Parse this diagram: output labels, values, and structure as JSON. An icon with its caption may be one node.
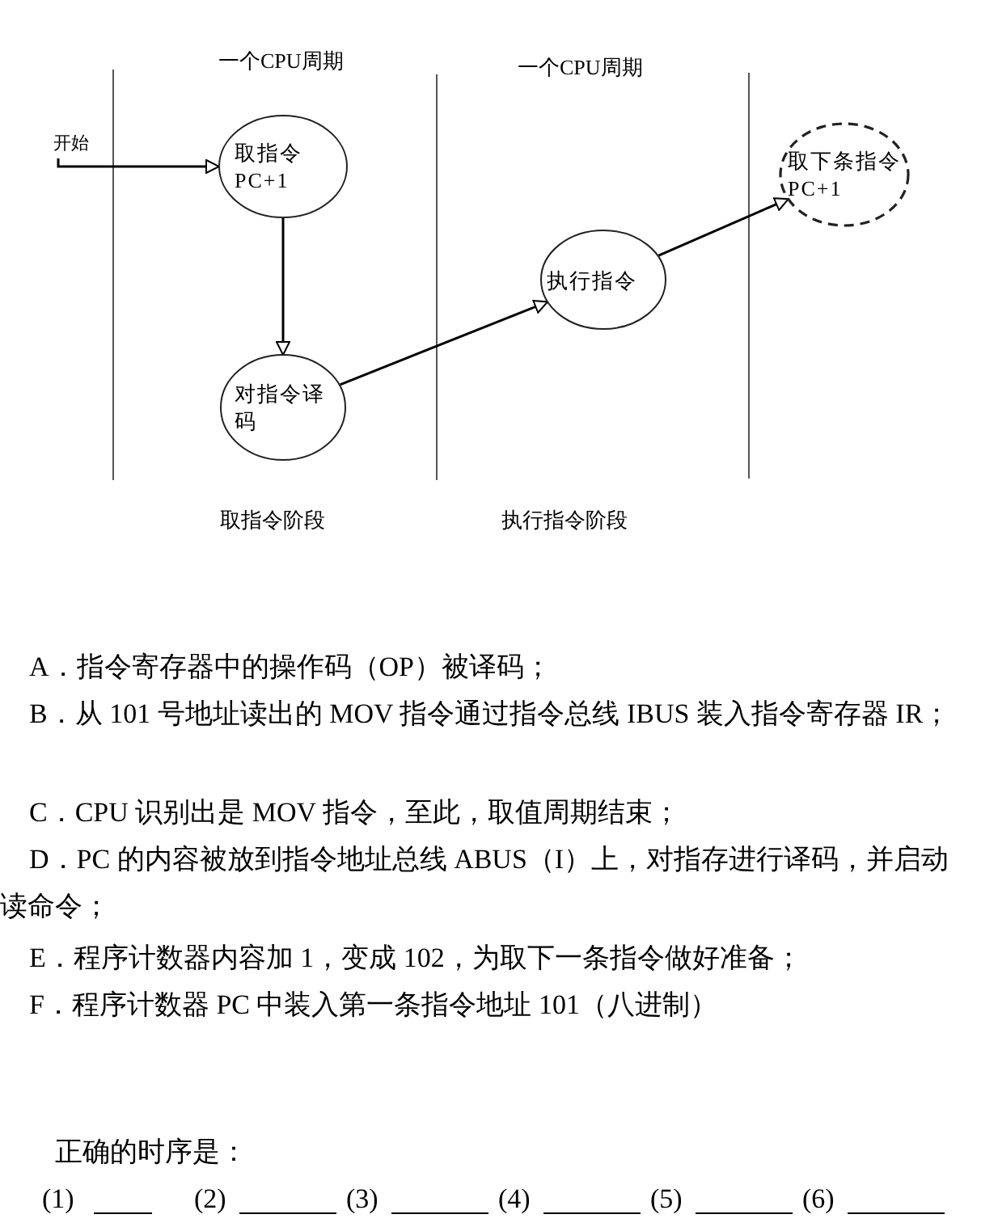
{
  "diagram": {
    "nodes": [
      {
        "text": [
          "开始"
        ]
      },
      {
        "text": [
          "取指令 PC+1"
        ]
      },
      {
        "text": [
          "对指令译码"
        ]
      },
      {
        "text": [
          "执行指令"
        ]
      },
      {
        "text": [
          "取下条指令PC+1"
        ]
      }
    ],
    "edges": [
      {
        "from": 0,
        "to": 1,
        "arrow": "to"
      },
      {
        "from": 1,
        "to": 2,
        "arrow": "to"
      },
      {
        "from": 2,
        "to": 3,
        "arrow": "to"
      },
      {
        "from": 3,
        "to": 4,
        "arrow": "to"
      }
    ],
    "labels": [
      "一个CPU周期",
      "一个CPU周期",
      "取指令阶段",
      "执行指令阶段",
      "A．指令寄存器中的操作码（OP）被译码；",
      "B．从 101 号地址读出的 MOV 指令通过指令总线 IBUS 装入指令寄存器 IR；",
      "C．CPU 识别出是 MOV 指令，至此，取值周期结束；",
      "D．PC 的内容被放到指令地址总线 ABUS（I）上，对指存进行译码，并启动读命令；",
      "E．程序计数器内容加 1，变成 102，为取下一条指令做好准备；",
      "F．程序计数器 PC 中装入第一条指令地址 101（八进制）",
      "正确的时序是：",
      "(1)",
      "(2)",
      "(3)",
      "(4)",
      "(5)",
      "(6)"
    ]
  }
}
